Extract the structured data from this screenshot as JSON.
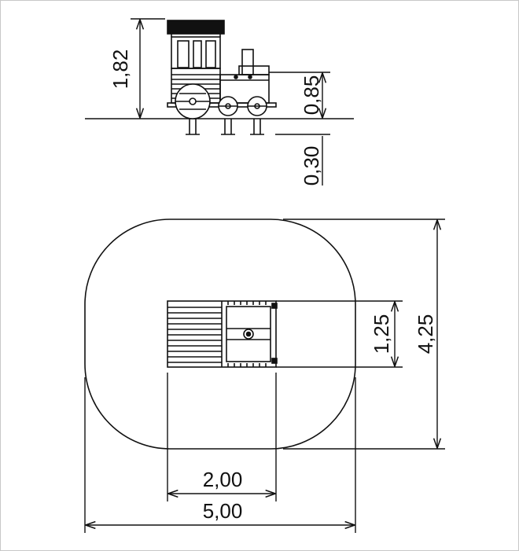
{
  "dimensions": {
    "height_total": "1,82",
    "platform_height": "0,85",
    "foundation_depth": "0,30",
    "footprint_length": "5,00",
    "equipment_length": "2,00",
    "equipment_width": "1,25",
    "footprint_width": "4,25"
  },
  "colors": {
    "line": "#111111",
    "roof": "#111111",
    "border": "#c8c8c8"
  }
}
